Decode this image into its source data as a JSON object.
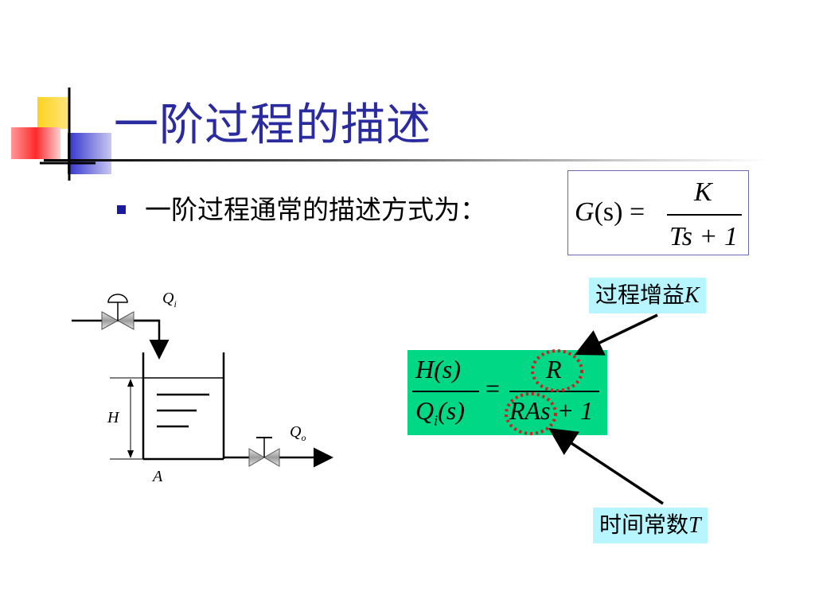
{
  "slide": {
    "title": "一阶过程的描述",
    "bullet": "一阶过程通常的描述方式为：",
    "formula_g": {
      "lhs_G": "G",
      "lhs_paren": "(s) =",
      "numerator": "K",
      "denominator": "Ts + 1"
    },
    "formula_h": {
      "num_left": "H(s)",
      "den_left": "Q",
      "den_left_sub": "i",
      "den_left_rest": "(s)",
      "equals": "=",
      "num_right": "R",
      "den_right": "RAs + 1"
    },
    "callout_gain": {
      "text": "过程增益",
      "var": "K"
    },
    "callout_time": {
      "text": "时间常数",
      "var": "T"
    },
    "diagram": {
      "inflow": "Q",
      "inflow_sub": "i",
      "outflow": "Q",
      "outflow_sub": "o",
      "height": "H",
      "area": "A"
    }
  },
  "colors": {
    "title": "#2b2ba0",
    "formula_box_fill": "#00d886",
    "callout_fill": "#b8f6ff",
    "highlight_circle": "#cc2222",
    "deco_yellow": "#ffd21f",
    "deco_blue": "#3333cc",
    "deco_red": "#ff3333"
  }
}
